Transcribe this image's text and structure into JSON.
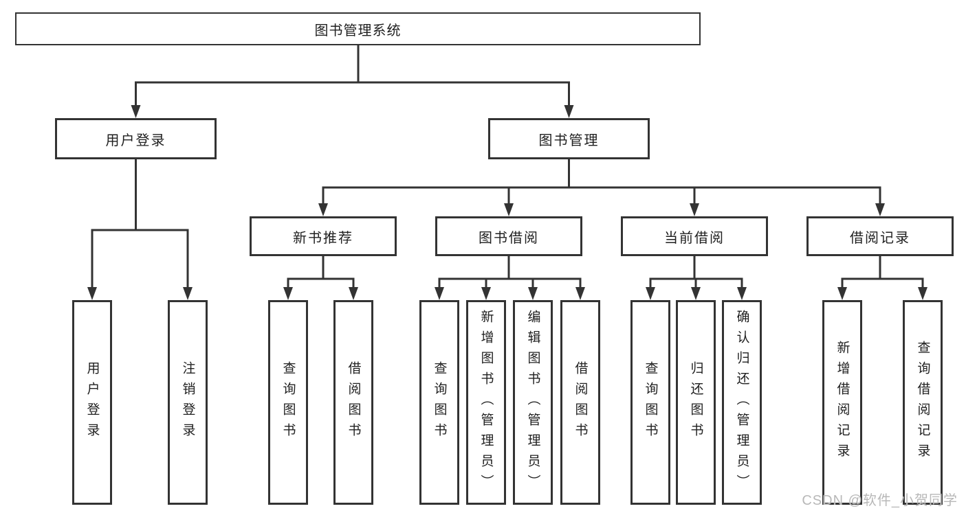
{
  "tree": {
    "root": {
      "label": "图书管理系统"
    },
    "branches": [
      {
        "label": "用户登录",
        "leaves": [
          "用户登录",
          "注销登录"
        ]
      },
      {
        "label": "图书管理",
        "groups": [
          {
            "label": "新书推荐",
            "leaves": [
              "查询图书",
              "借阅图书"
            ]
          },
          {
            "label": "图书借阅",
            "leaves": [
              "查询图书",
              "新增图书（管理员）",
              "编辑图书（管理员）",
              "借阅图书"
            ]
          },
          {
            "label": "当前借阅",
            "leaves": [
              "查询图书",
              "归还图书",
              "确认归还（管理员）"
            ]
          },
          {
            "label": "借阅记录",
            "leaves": [
              "新增借阅记录",
              "查询借阅记录"
            ]
          }
        ]
      }
    ]
  },
  "watermark": {
    "text": "CSDN @软件_小贺同学"
  },
  "colors": {
    "line": "#333333",
    "box_border": "#333333",
    "text": "#1f1f1f",
    "watermark": "#b8b8b8",
    "background": "#ffffff"
  }
}
